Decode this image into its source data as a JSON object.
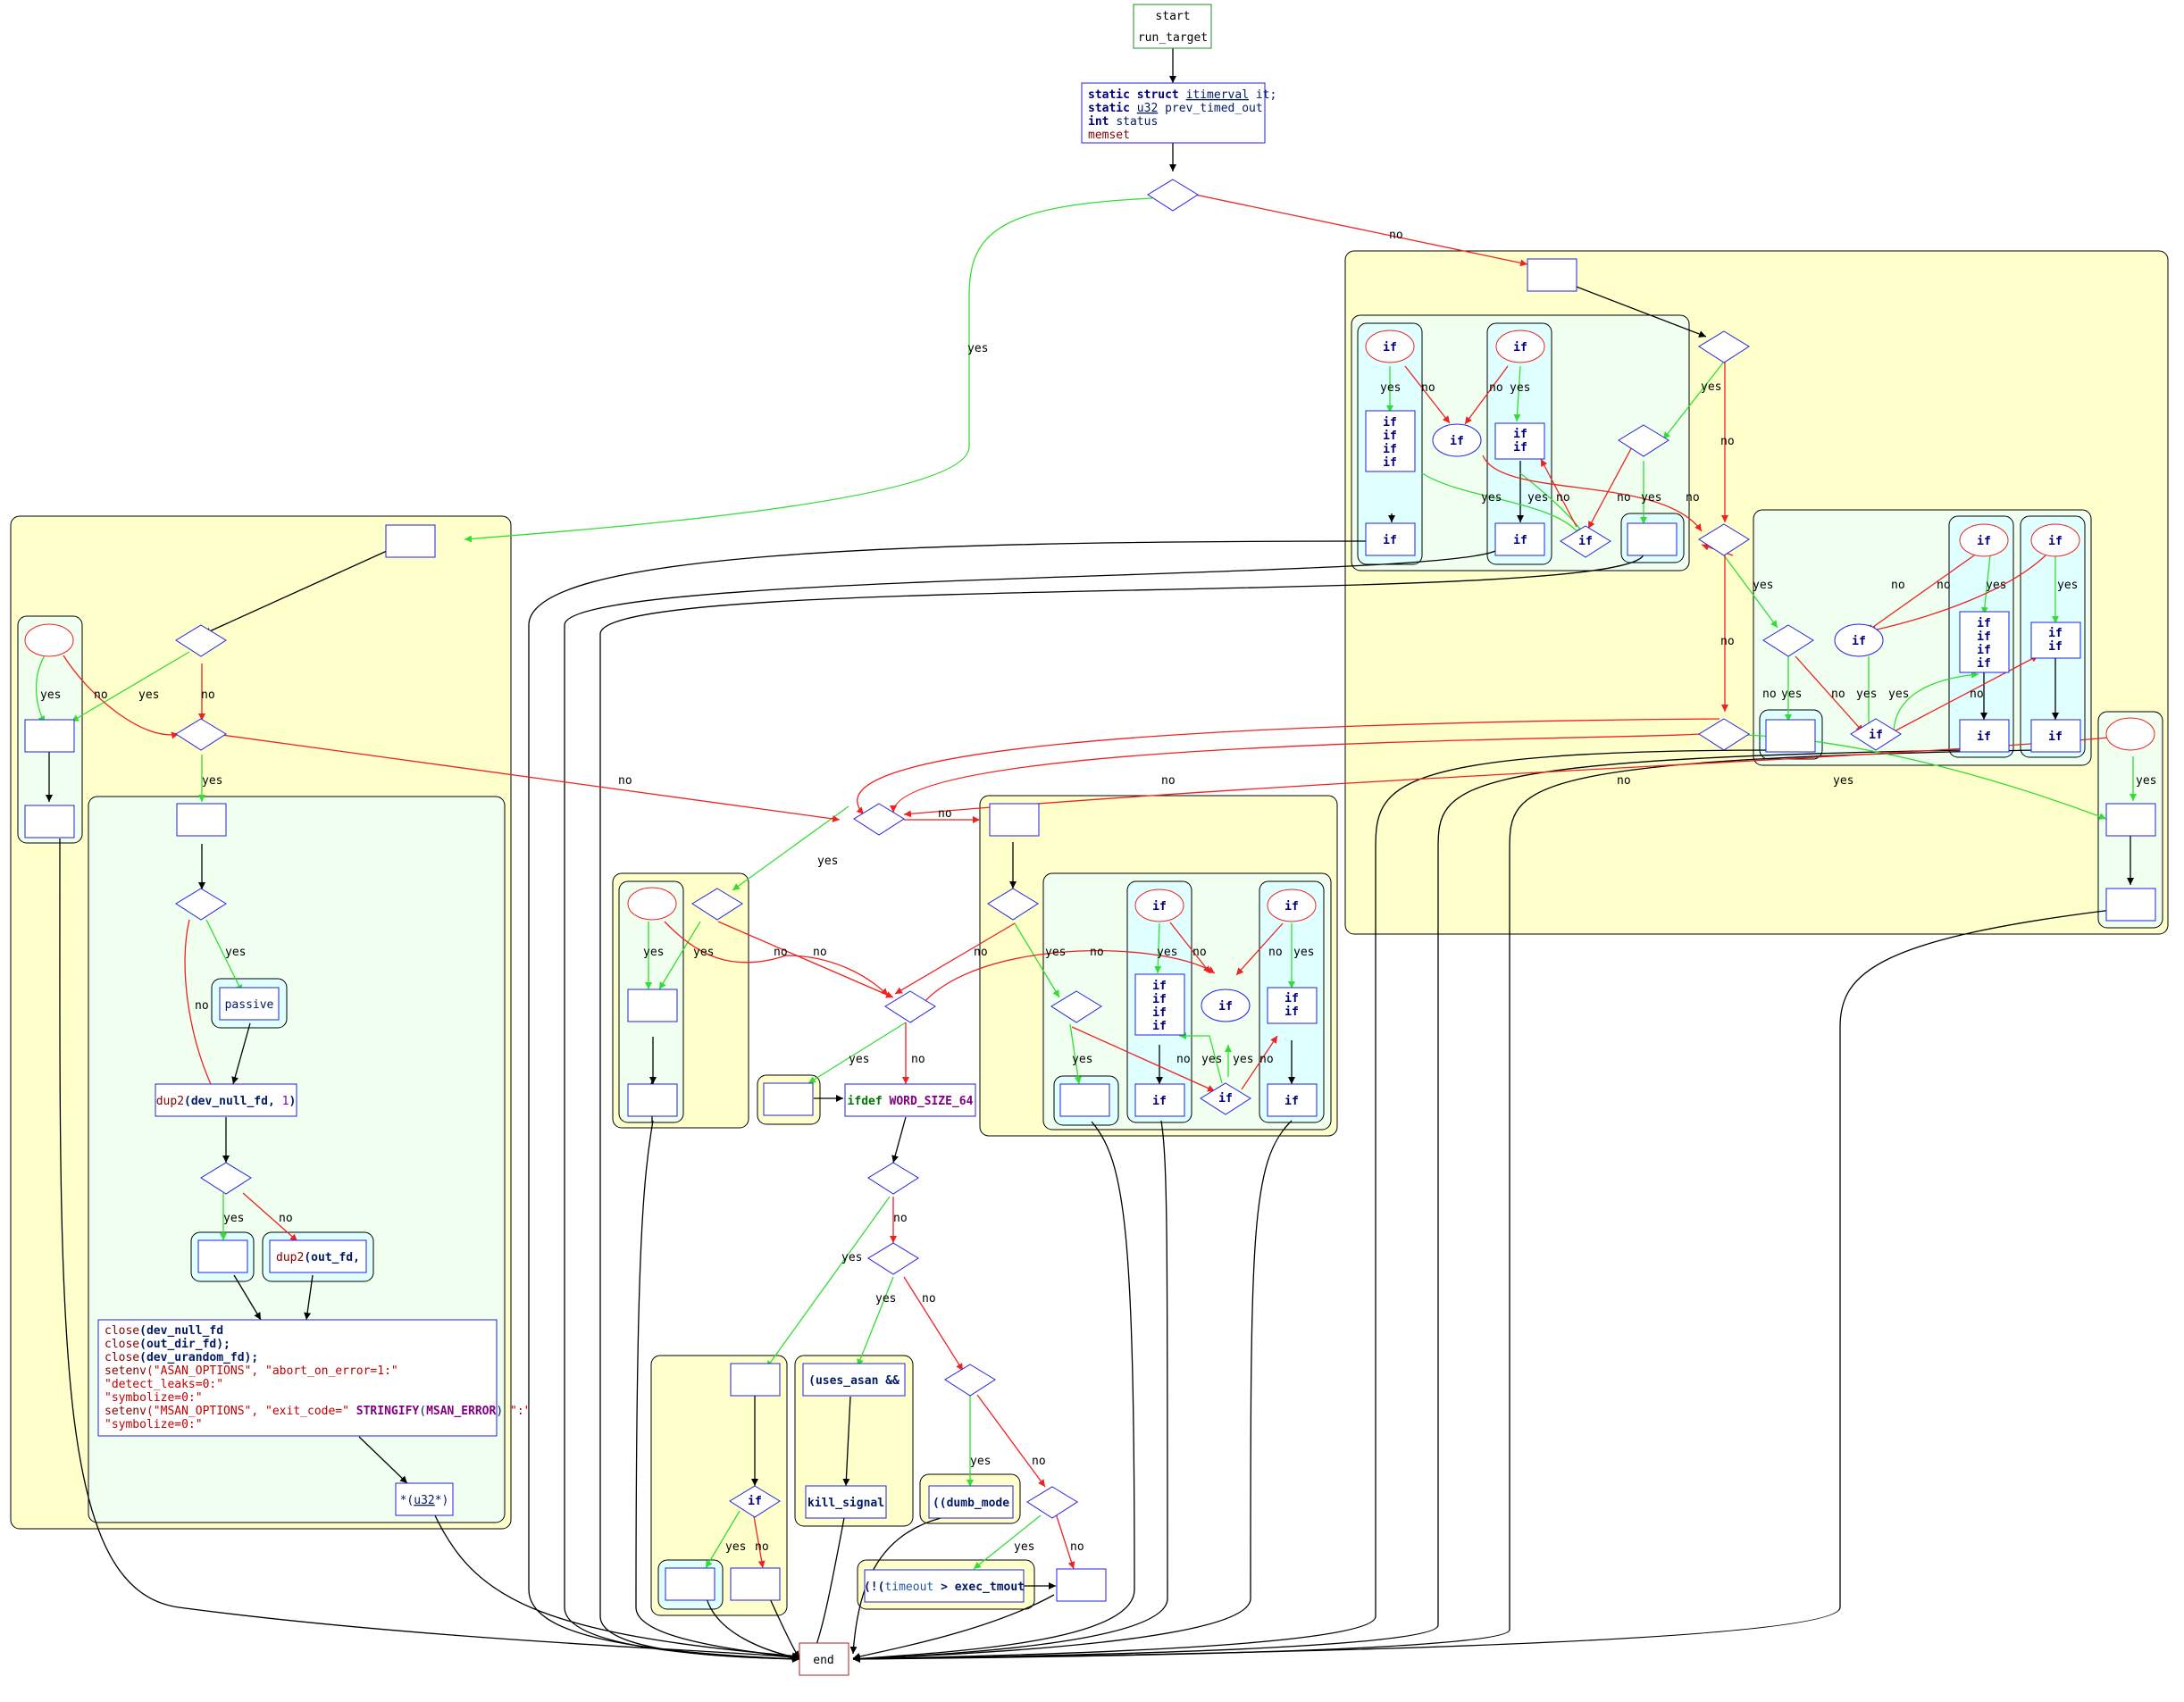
{
  "labels": {
    "yes": "yes",
    "no": "no",
    "if": "if",
    "start": "start",
    "run_target": "run_target",
    "end": "end",
    "passive": "passive"
  },
  "code": {
    "decl1_kw": "static struct",
    "decl1_type": "itimerval",
    "decl1_rest": "it;",
    "decl2_kw": "static",
    "decl2_type": "u32",
    "decl2_rest": "prev_timed_out",
    "decl3_kw": "int",
    "decl3_rest": "status",
    "decl4_fn": "memset",
    "dup2_null_fn": "dup2",
    "dup2_null_args": "(dev_null_fd,",
    "dup2_null_num": "1",
    "dup2_null_close": ")",
    "dup2_out_fn": "dup2",
    "dup2_out_args": "(out_fd,",
    "close1_fn": "close",
    "close1_arg": "(dev_null_fd",
    "close2_fn": "close",
    "close2_arg": "(out_dir_fd);",
    "close3_fn": "close",
    "close3_arg": "(dev_urandom_fd);",
    "setenv1_fn": "setenv",
    "setenv1_a": "(\"ASAN_OPTIONS\",",
    "setenv1_b": "\"abort_on_error=1:\"",
    "asan_l2": "\"detect_leaks=0:\"",
    "asan_l3": "\"symbolize=0:\"",
    "setenv2_fn": "setenv",
    "setenv2_a": "(\"MSAN_OPTIONS\",",
    "setenv2_b": "\"exit_code=\"",
    "setenv2_mac1": "STRINGIFY",
    "setenv2_c": "(",
    "setenv2_mac2": "MSAN_ERROR",
    "setenv2_d": ")",
    "setenv2_e": "\":\"",
    "msan_l2": "\"symbolize=0:\"",
    "u32cast_pre": "*(",
    "u32cast_type": "u32",
    "u32cast_post": "*)",
    "ifdef_kw": "ifdef",
    "ifdef_mac": "WORD_SIZE_64",
    "uses_asan": "(uses_asan &&",
    "kill_signal": "kill_signal",
    "dumb_mode": "((dumb_mode",
    "timeout_pre": "(!(",
    "timeout_id": "timeout",
    "timeout_op": ">",
    "timeout_rest": "exec_tmout"
  },
  "colors": {
    "yes_edge": "#33dd33",
    "no_edge": "#ee2222",
    "node_border": "#2222dd",
    "start_border": "#228822",
    "end_border": "#aa2222",
    "outer_cluster": "#ffffcc",
    "mid_cluster": "#f0fff0",
    "inner_cluster": "#e0ffff"
  }
}
